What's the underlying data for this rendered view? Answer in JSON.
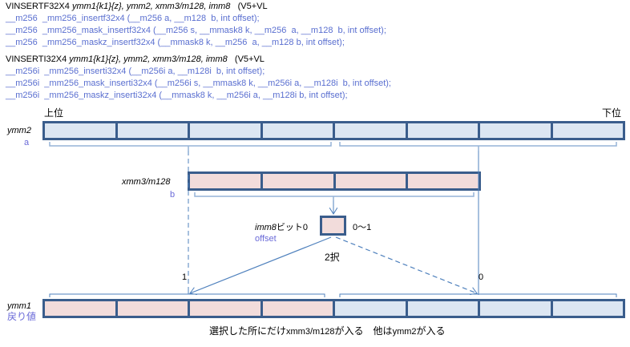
{
  "header": {
    "groups": [
      {
        "mnemonic": "VINSERTF32X4",
        "operands": "ymm1{k1}{z}, ymm2, xmm3/m128, imm8",
        "extension": "(V5+VL",
        "intrinsics": [
          "__m256  _mm256_insertf32x4 (__m256 a, __m128  b, int offset);",
          "__m256  _mm256_mask_insertf32x4 (__m256 s, __mmask8 k, __m256  a, __m128  b, int offset);",
          "__m256  _mm256_maskz_insertf32x4 (__mmask8 k, __m256  a, __m128 b, int offset);"
        ]
      },
      {
        "mnemonic": "VINSERTI32X4",
        "operands": "ymm1{k1}{z}, ymm2, xmm3/m128, imm8",
        "extension": "(V5+VL",
        "intrinsics": [
          "__m256i  _mm256_inserti32x4 (__m256i a, __m128i  b, int offset);",
          "__m256i  _mm256_mask_inserti32x4 (__m256i s, __mmask8 k, __m256i a, __m128i  b, int offset);",
          "__m256i  _mm256_maskz_inserti32x4 (__mmask8 k, __m256i a, __m128i b, int offset);"
        ]
      }
    ]
  },
  "diagram": {
    "upper_label": "上位",
    "lower_label": "下位",
    "src1": {
      "name": "ymm2",
      "param": "a",
      "cells": [
        "blue",
        "blue",
        "blue",
        "blue",
        "blue",
        "blue",
        "blue",
        "blue"
      ]
    },
    "src2": {
      "name": "xmm3/m128",
      "param": "b",
      "cells": [
        "pink",
        "pink",
        "pink",
        "pink"
      ]
    },
    "imm": {
      "name": "imm8",
      "bit_label": "ビット0",
      "param": "offset",
      "range": "0〜1"
    },
    "choice_label": "2択",
    "branch_left": "1",
    "branch_right": "0",
    "dest": {
      "name": "ymm1",
      "param": "戻り値",
      "cells": [
        "pink",
        "pink",
        "pink",
        "pink",
        "blue",
        "blue",
        "blue",
        "blue"
      ]
    },
    "caption": {
      "part1": "選択した所にだけ",
      "part2": "xmm3/m128",
      "part3": "が入る　他は",
      "part4": "ymm2",
      "part5": "が入る"
    }
  },
  "colors": {
    "border": "#3a5d8c",
    "cell_blue": "#dce6f2",
    "cell_pink": "#f2dcdb",
    "line": "#4f81bd",
    "brace": "#95b3d7",
    "intrinsic_text": "#5a6fd0"
  }
}
